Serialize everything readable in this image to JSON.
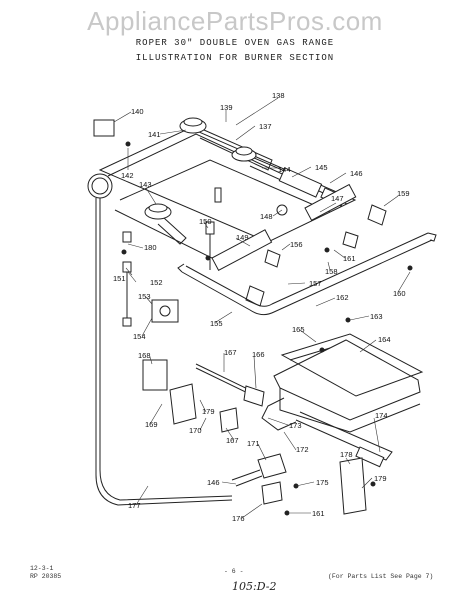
{
  "watermark": "AppliancePartsPros.com",
  "header": {
    "line1": "ROPER 30\" DOUBLE OVEN GAS RANGE",
    "line2": "ILLUSTRATION FOR BURNER SECTION"
  },
  "footer": {
    "code1": "12-3-1",
    "code2": "RP 20385",
    "page": "- 6 -",
    "handwritten": "105:D-2",
    "note": "(For Parts List See Page 7)"
  },
  "callouts": [
    "138",
    "139",
    "140",
    "137",
    "141",
    "142",
    "143",
    "144",
    "145",
    "146",
    "147",
    "159",
    "148",
    "150",
    "149",
    "156",
    "157",
    "180",
    "152",
    "151",
    "153",
    "161",
    "158",
    "160",
    "154",
    "155",
    "162",
    "163",
    "165",
    "164",
    "168",
    "167",
    "166",
    "169",
    "179",
    "170",
    "173",
    "174",
    "167",
    "172",
    "171",
    "178",
    "146",
    "175",
    "179",
    "176",
    "161",
    "177"
  ]
}
